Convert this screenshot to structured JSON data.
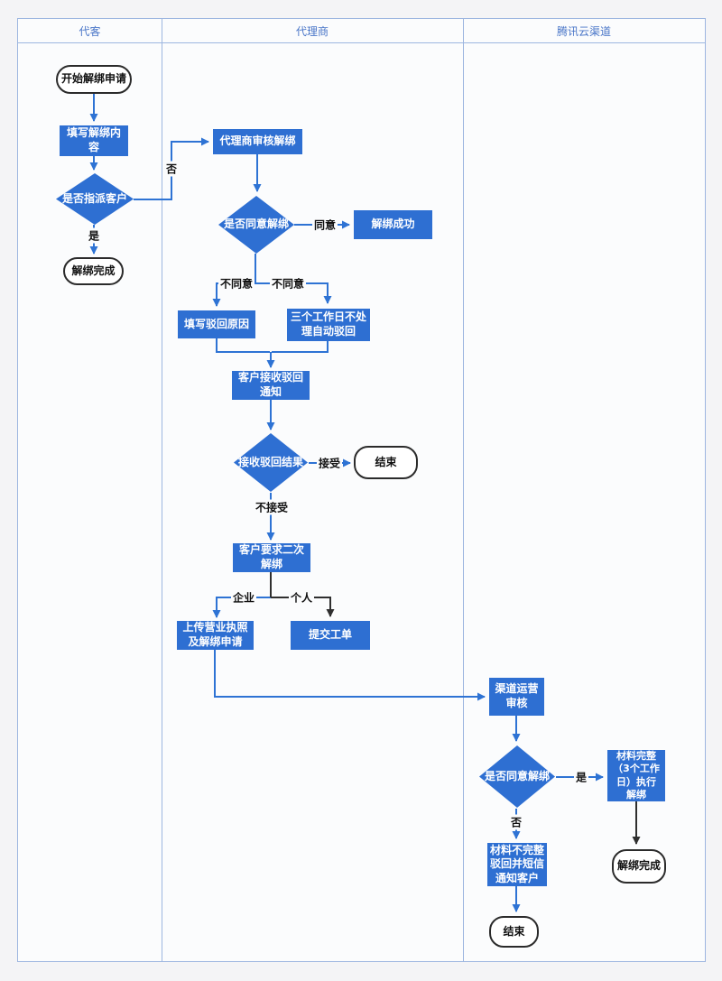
{
  "lanes": [
    {
      "label": "代客"
    },
    {
      "label": "代理商"
    },
    {
      "label": "腾讯云渠道"
    }
  ],
  "colors": {
    "node_blue": "#2e6fd2",
    "connector_blue": "#2e73d4",
    "connector_black": "#2f2f2f",
    "lane_border": "#9db6e0",
    "header_text": "#4a76c8",
    "canvas_bg": "#fbfcfd",
    "page_bg": "#f4f4f6"
  },
  "nodes": {
    "start": {
      "label": "开始解绑申请"
    },
    "fill_content": {
      "label": "填写解绑内\n容"
    },
    "assign_customer": {
      "label": "是否指派客户"
    },
    "unbind_done_1": {
      "label": "解绑完成"
    },
    "agent_review": {
      "label": "代理商审核解绑"
    },
    "agree_unbind_1": {
      "label": "是否同意解绑"
    },
    "unbind_success": {
      "label": "解绑成功"
    },
    "fill_reject_reason": {
      "label": "填写驳回原因"
    },
    "auto_reject": {
      "label": "三个工作日不处\n理自动驳回"
    },
    "receive_reject_notice": {
      "label": "客户接收驳回\n通知"
    },
    "receive_reject_result": {
      "label": "接收驳回结果"
    },
    "end_1": {
      "label": "结束"
    },
    "second_unbind": {
      "label": "客户要求二次\n解绑"
    },
    "upload_license": {
      "label": "上传营业执照\n及解绑申请"
    },
    "submit_ticket": {
      "label": "提交工单"
    },
    "channel_review": {
      "label": "渠道运营\n审核"
    },
    "agree_unbind_2": {
      "label": "是否同意解绑"
    },
    "material_complete": {
      "label": "材料完整\n（3个工作\n日）执行\n解绑"
    },
    "material_incomplete": {
      "label": "材料不完整\n驳回并短信\n通知客户"
    },
    "end_2": {
      "label": "结束"
    },
    "unbind_done_2": {
      "label": "解绑完成"
    }
  },
  "edge_labels": {
    "no_1": "否",
    "yes_1": "是",
    "agree": "同意",
    "disagree_left": "不同意",
    "disagree_right": "不同意",
    "accept": "接受",
    "not_accept": "不接受",
    "enterprise": "企业",
    "personal": "个人",
    "yes_2": "是",
    "no_2": "否"
  }
}
